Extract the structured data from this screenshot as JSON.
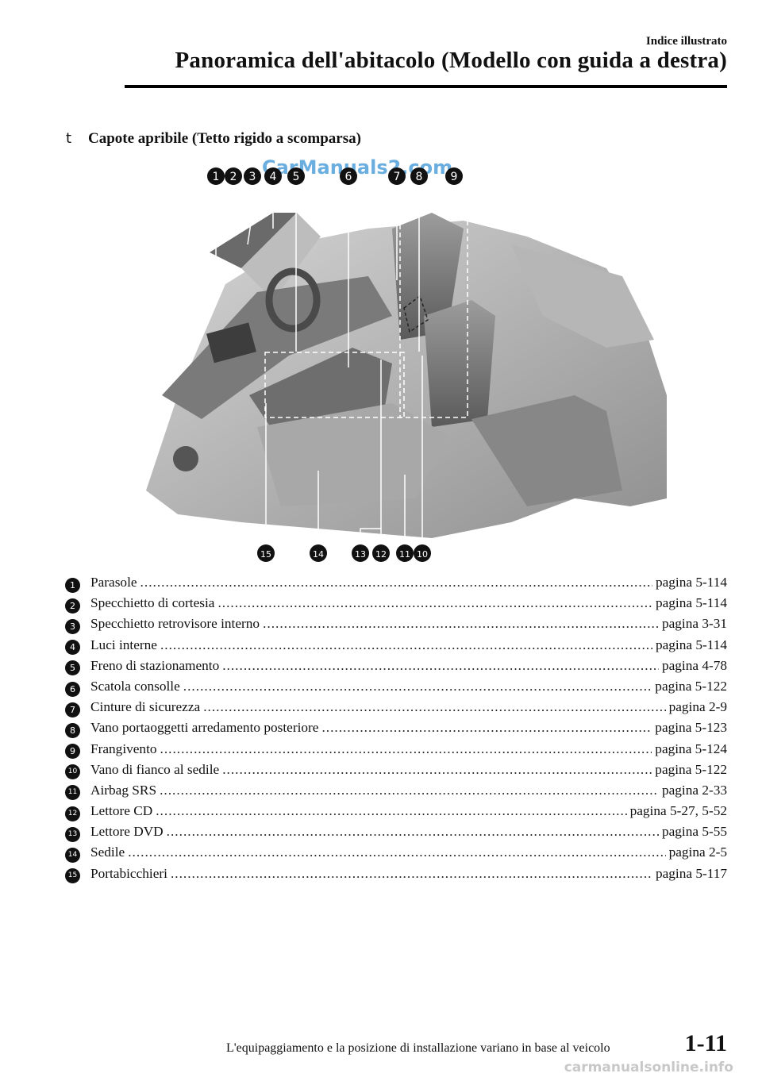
{
  "header": {
    "section": "Indice illustrato",
    "title": "Panoramica dell'abitacolo (Modello con guida a destra)"
  },
  "subheading": {
    "bullet": "t",
    "text": "Capote apribile (Tetto rigido a scomparsa)"
  },
  "figure": {
    "watermark": "CarManuals2.com",
    "callouts_top": [
      "1",
      "2",
      "3",
      "4",
      "5",
      "6",
      "7",
      "8",
      "9"
    ],
    "callouts_bottom": [
      "15",
      "14",
      "13",
      "12",
      "11",
      "10"
    ]
  },
  "parts": [
    {
      "num": "1",
      "label": "Parasole",
      "page": "pagina 5-114"
    },
    {
      "num": "2",
      "label": "Specchietto di cortesia",
      "page": "pagina 5-114"
    },
    {
      "num": "3",
      "label": "Specchietto retrovisore interno",
      "page": "pagina 3-31"
    },
    {
      "num": "4",
      "label": "Luci interne",
      "page": "pagina 5-114"
    },
    {
      "num": "5",
      "label": "Freno di stazionamento",
      "page": "pagina 4-78"
    },
    {
      "num": "6",
      "label": "Scatola consolle",
      "page": "pagina 5-122"
    },
    {
      "num": "7",
      "label": "Cinture di sicurezza",
      "page": "pagina 2-9"
    },
    {
      "num": "8",
      "label": "Vano portaoggetti arredamento posteriore",
      "page": "pagina 5-123"
    },
    {
      "num": "9",
      "label": "Frangivento",
      "page": "pagina 5-124"
    },
    {
      "num": "10",
      "label": "Vano di fianco al sedile",
      "page": "pagina 5-122"
    },
    {
      "num": "11",
      "label": "Airbag SRS",
      "page": "pagina 2-33"
    },
    {
      "num": "12",
      "label": "Lettore CD",
      "page": "pagina 5-27, 5-52"
    },
    {
      "num": "13",
      "label": "Lettore DVD",
      "page": "pagina 5-55"
    },
    {
      "num": "14",
      "label": "Sedile",
      "page": "pagina 2-5"
    },
    {
      "num": "15",
      "label": "Portabicchieri",
      "page": "pagina 5-117"
    }
  ],
  "footer": {
    "note": "L'equipaggiamento e la posizione di installazione variano in base al veicolo",
    "page_number": "1-11",
    "watermark": "carmanualsonline.info"
  }
}
